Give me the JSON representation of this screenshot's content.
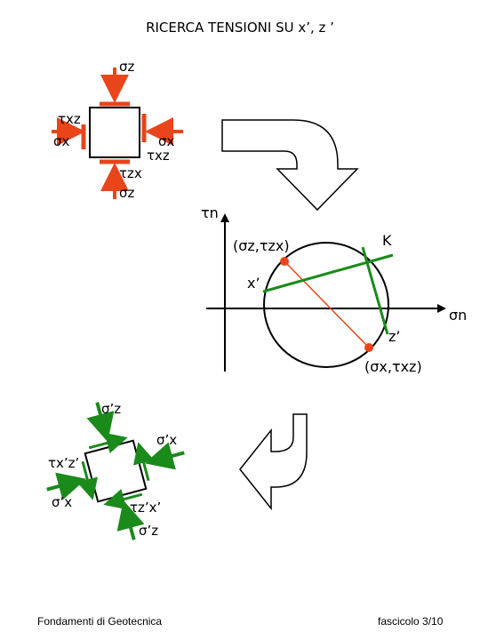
{
  "title": "RICERCA TENSIONI SU x’, z ’",
  "colors": {
    "orange": "#e8451a",
    "green": "#1a8a1a",
    "black": "#000000",
    "orange_fill": "#e8451a"
  },
  "top_element": {
    "sigma_z_top": "σz",
    "tau_xz_left": "τxz",
    "sigma_x_left": "σx",
    "sigma_x_right": "σx",
    "tau_xz_right": "τxz",
    "tau_zx_bottom": "τzx",
    "sigma_z_bottom": "σz"
  },
  "mohr": {
    "tau_axis_label": "τn",
    "sigma_axis_label": "σn",
    "point_top_label": "(σz,τzx)",
    "point_bottom_label": "(σx,τxz)",
    "pole_label": "K",
    "x_prime_label": "x’",
    "z_prime_label": "z’"
  },
  "bottom_element": {
    "sigma_z_prime_top": "σ’z",
    "sigma_x_prime_right": "σ’x",
    "tau_xz_prime": "τx’z’",
    "sigma_x_prime_left": "σ’x",
    "tau_zx_prime": "τz’x’",
    "sigma_z_prime_bottom": "σ’z"
  },
  "footer": {
    "left": "Fondamenti di Geotecnica",
    "right": "fascicolo 3/10"
  }
}
